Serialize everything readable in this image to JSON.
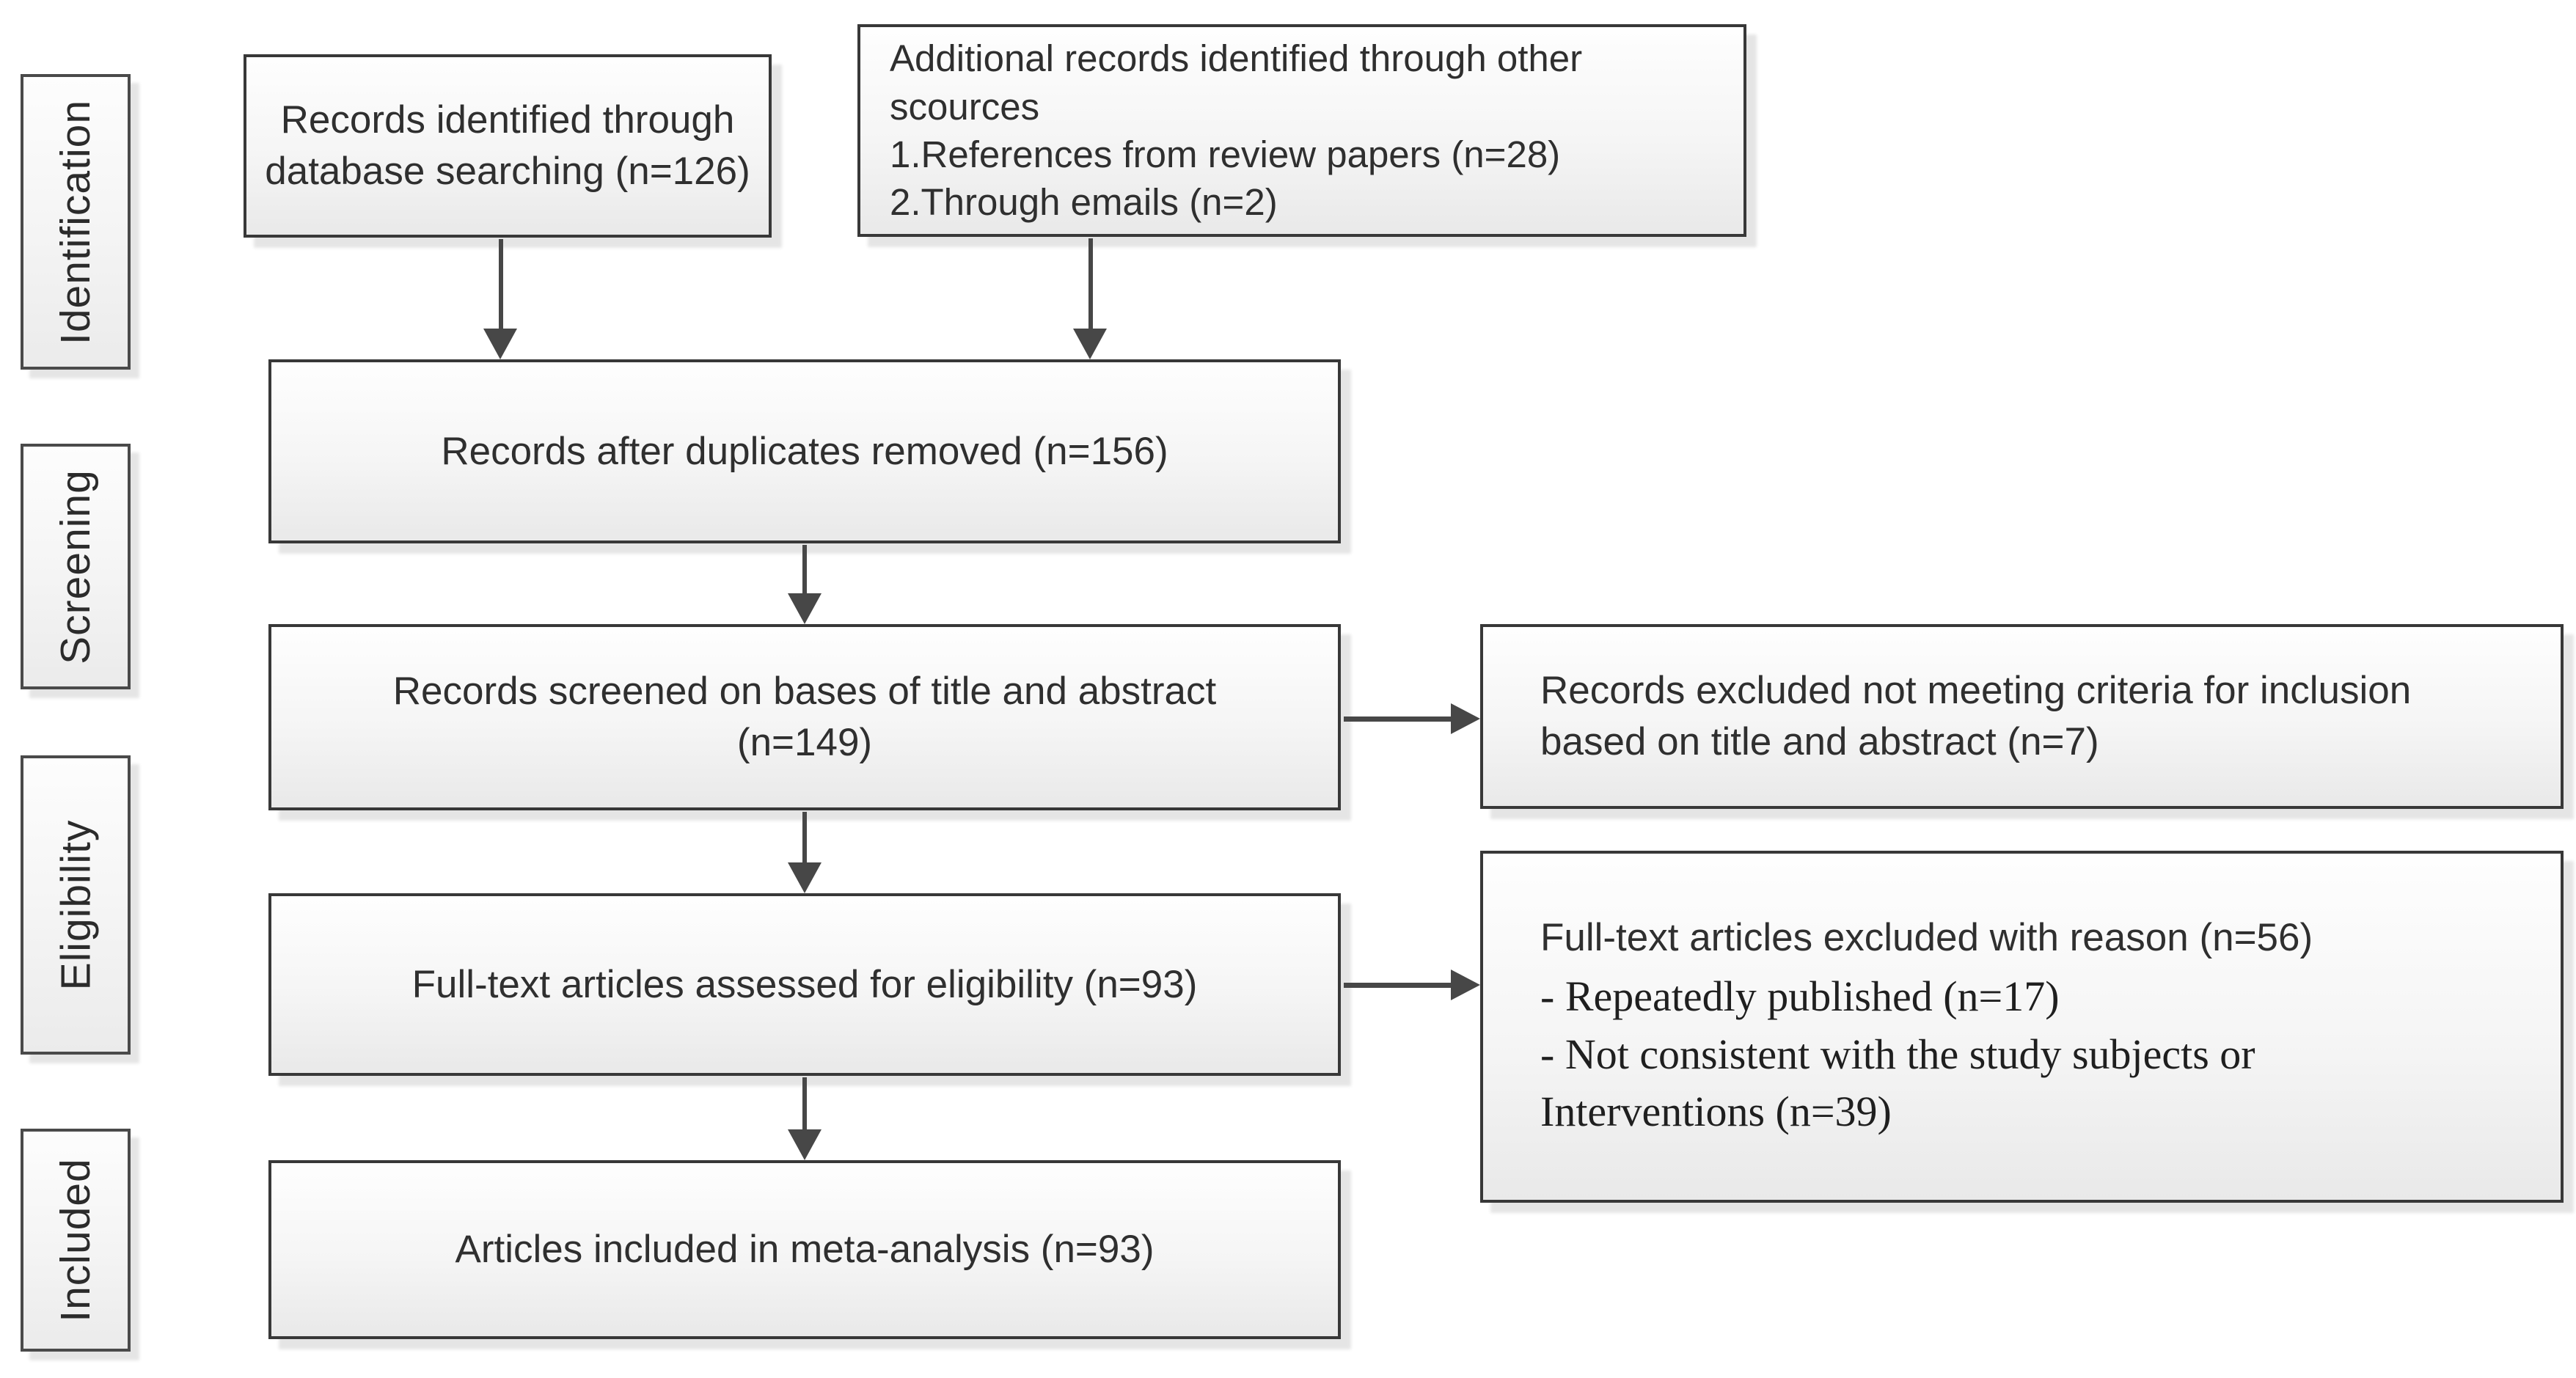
{
  "stage_labels": {
    "identification": "Identification",
    "screening": "Screening",
    "eligibility": "Eligibility",
    "included": "Included"
  },
  "boxes": {
    "records_identified": {
      "lines": [
        "Records identified through",
        "database searching (n=126)"
      ]
    },
    "additional_records": {
      "lines": [
        "Additional records identified through other scources",
        "1.References from review papers (n=28)",
        "2.Through emails (n=2)"
      ]
    },
    "duplicates_removed": {
      "lines": [
        "Records after duplicates removed (n=156)"
      ]
    },
    "records_screened": {
      "lines": [
        "Records screened on bases of title and abstract",
        "(n=149)"
      ]
    },
    "records_excluded": {
      "lines": [
        "Records excluded not meeting criteria for inclusion",
        "based on title and abstract (n=7)"
      ]
    },
    "fulltext_assessed": {
      "lines": [
        "Full-text articles assessed for eligibility (n=93)"
      ]
    },
    "fulltext_excluded": {
      "heading": "Full-text articles excluded with reason (n=56)",
      "reasons": [
        "- Repeatedly published (n=17)",
        "- Not consistent with the study subjects or",
        "Interventions (n=39)"
      ]
    },
    "articles_included": {
      "lines": [
        "Articles included in meta-analysis (n=93)"
      ]
    }
  },
  "colors": {
    "box_border": "#383838",
    "arrow": "#474747",
    "text": "#2f2f2f",
    "fill_top": "#fefefe",
    "fill_bottom": "#e9e9e9"
  }
}
